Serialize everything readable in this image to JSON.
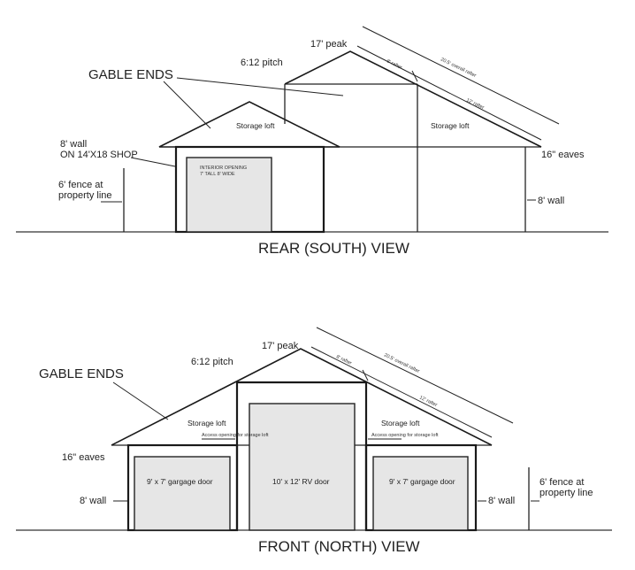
{
  "rear": {
    "title": "REAR (SOUTH) VIEW",
    "gable_ends": "GABLE ENDS",
    "peak": "17' peak",
    "pitch": "6:12 pitch",
    "rafter_short": "8' rafter",
    "rafter_overall": "20.5' overall rafter",
    "rafter_12": "12' rafter",
    "storage_loft_left": "Storage loft",
    "storage_loft_right": "Storage loft",
    "shop_wall_line1": "8' wall",
    "shop_wall_line2": "ON 14'X18 SHOP",
    "interior_opening_line1": "INTERIOR OPENING",
    "interior_opening_line2": "7' TALL 8' WIDE",
    "fence_line1": "6' fence at",
    "fence_line2": "property line",
    "eaves": "16\" eaves",
    "wall_right": "8' wall"
  },
  "front": {
    "title": "FRONT (NORTH) VIEW",
    "gable_ends": "GABLE ENDS",
    "peak": "17' peak",
    "pitch": "6:12 pitch",
    "rafter_short": "8' rafter",
    "rafter_overall": "20.5' overall rafter",
    "rafter_12": "12' rafter",
    "storage_loft_left": "Storage loft",
    "storage_loft_right": "Storage loft",
    "access_note_left": "Access opening for storage loft",
    "access_note_right": "Access opening for storage loft",
    "eaves": "16\" eaves",
    "wall_left": "8' wall",
    "wall_right": "8' wall",
    "garage_door_left": "9' x 7' gargage door",
    "rv_door": "10' x 12' RV door",
    "garage_door_right": "9' x 7' gargage door",
    "fence_line1": "6' fence at",
    "fence_line2": "property line"
  }
}
